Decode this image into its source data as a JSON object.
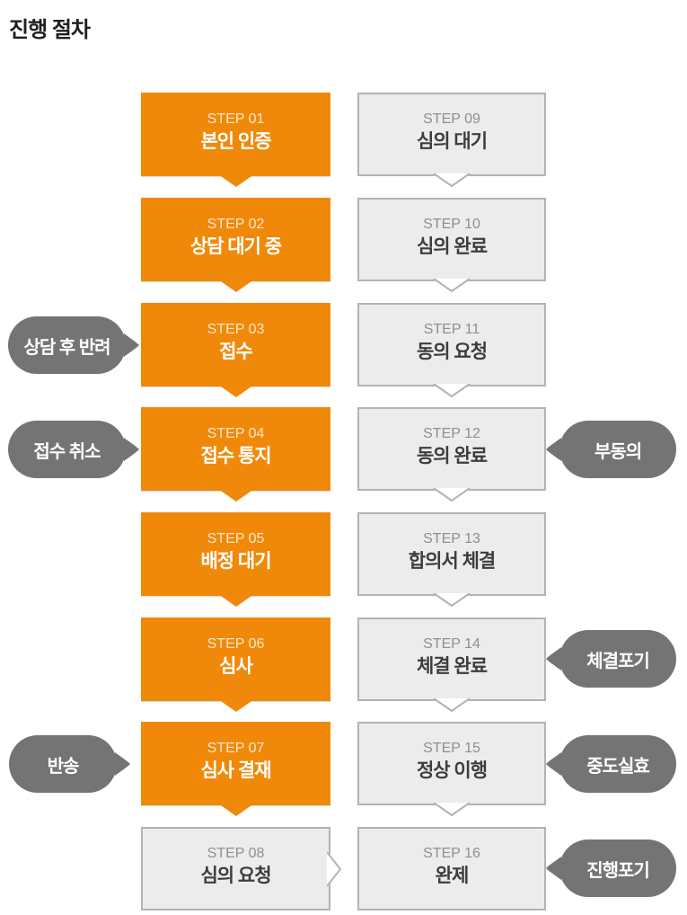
{
  "header": {
    "title": "진행 절차"
  },
  "colors": {
    "accent_orange": "#f0890a",
    "inactive_box_bg": "#ececec",
    "inactive_box_border": "#b3b3b3",
    "bubble_gray": "#747474",
    "active_text": "#ffffff",
    "inactive_step_text": "#8f8f8f",
    "inactive_title_text": "#3d3d3d"
  },
  "steps": [
    {
      "step_label": "STEP 01",
      "title": "본인 인증",
      "status": "active"
    },
    {
      "step_label": "STEP 02",
      "title": "상담 대기 중",
      "status": "active"
    },
    {
      "step_label": "STEP 03",
      "title": "접수",
      "status": "active"
    },
    {
      "step_label": "STEP 04",
      "title": "접수 통지",
      "status": "active"
    },
    {
      "step_label": "STEP 05",
      "title": "배정 대기",
      "status": "active"
    },
    {
      "step_label": "STEP 06",
      "title": "심사",
      "status": "active"
    },
    {
      "step_label": "STEP 07",
      "title": "심사 결재",
      "status": "active"
    },
    {
      "step_label": "STEP 08",
      "title": "심의 요청",
      "status": "inactive"
    },
    {
      "step_label": "STEP 09",
      "title": "심의 대기",
      "status": "inactive"
    },
    {
      "step_label": "STEP 10",
      "title": "심의 완료",
      "status": "inactive"
    },
    {
      "step_label": "STEP 11",
      "title": "동의 요청",
      "status": "inactive"
    },
    {
      "step_label": "STEP 12",
      "title": "동의 완료",
      "status": "inactive"
    },
    {
      "step_label": "STEP 13",
      "title": "합의서 체결",
      "status": "inactive"
    },
    {
      "step_label": "STEP 14",
      "title": "체결 완료",
      "status": "inactive"
    },
    {
      "step_label": "STEP 15",
      "title": "정상 이행",
      "status": "inactive"
    },
    {
      "step_label": "STEP 16",
      "title": "완제",
      "status": "inactive"
    }
  ],
  "branch_bubbles": [
    {
      "label": "상담 후 반려",
      "attached_step": "STEP 03",
      "side": "left"
    },
    {
      "label": "접수 취소",
      "attached_step": "STEP 04",
      "side": "left"
    },
    {
      "label": "반송",
      "attached_step": "STEP 07",
      "side": "left"
    },
    {
      "label": "부동의",
      "attached_step": "STEP 12",
      "side": "right"
    },
    {
      "label": "체결포기",
      "attached_step": "STEP 14",
      "side": "right"
    },
    {
      "label": "중도실효",
      "attached_step": "STEP 15",
      "side": "right"
    },
    {
      "label": "진행포기",
      "attached_step": "STEP 16",
      "side": "right"
    }
  ]
}
